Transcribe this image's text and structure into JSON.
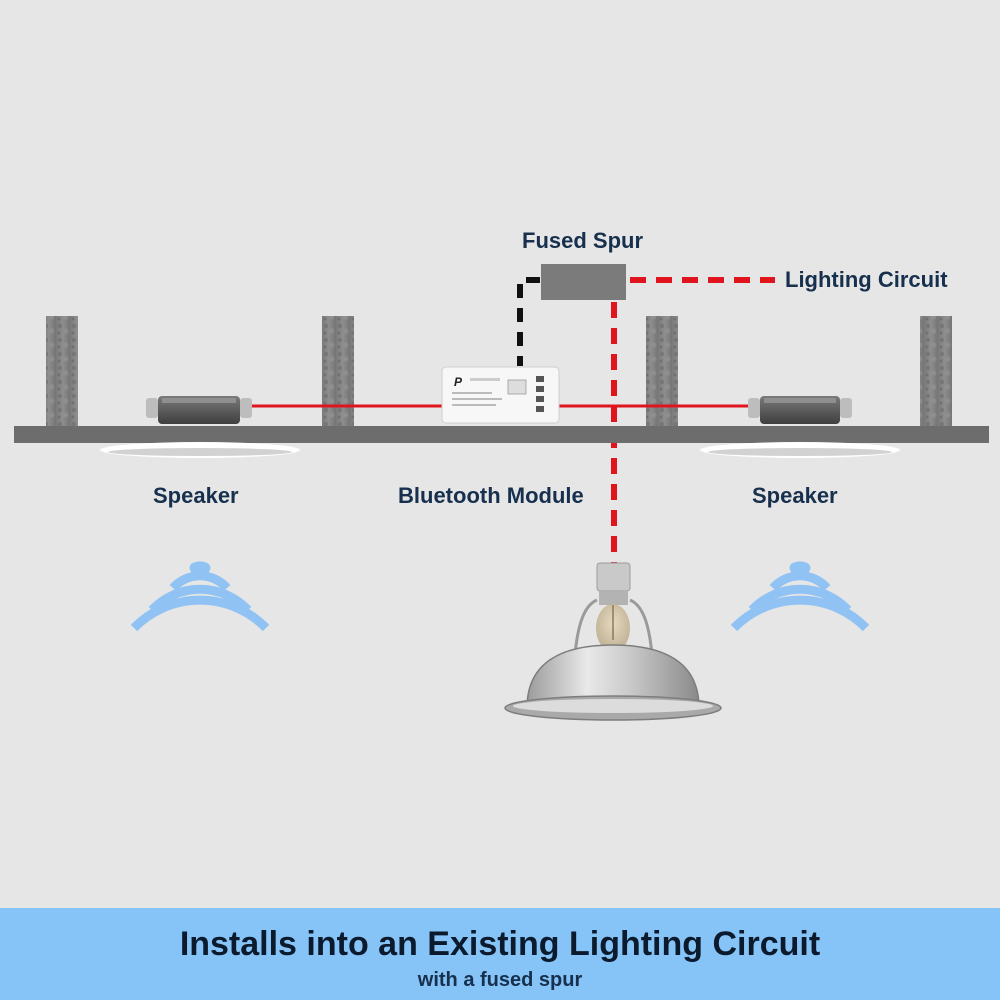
{
  "labels": {
    "fused_spur": "Fused Spur",
    "lighting_circuit": "Lighting Circuit",
    "speaker_left": "Speaker",
    "bluetooth_module": "Bluetooth Module",
    "speaker_right": "Speaker"
  },
  "footer": {
    "title": "Installs into an Existing Lighting Circuit",
    "subtitle": "with a fused spur"
  },
  "icons": {
    "speaker": "ceiling-speaker-icon",
    "module": "bluetooth-module-icon",
    "lamp": "pendant-lamp-icon",
    "sound": "sound-waves-icon"
  },
  "colors": {
    "background": "#e6e6e6",
    "ceiling": "#6d6d6d",
    "live_wire": "#e0141c",
    "low_voltage_wire": "#111111",
    "waves": "#90c2f4",
    "footer": "#86c3f7",
    "label_text": "#17304d"
  }
}
